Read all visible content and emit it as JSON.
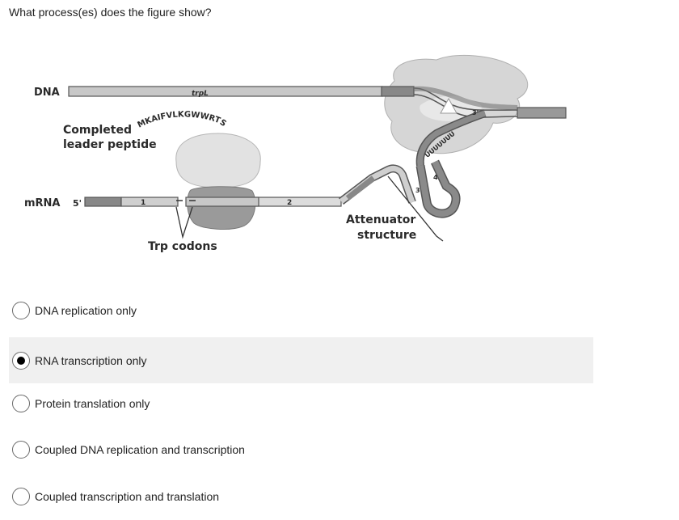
{
  "question": "What process(es) does the figure show?",
  "figure": {
    "dna_label": "DNA",
    "trpl_label": "trpL",
    "completed_line1": "Completed",
    "completed_line2": "leader peptide",
    "peptide_sequence": "MKAIFVLKGWWRTS",
    "mrna_label": "mRNA",
    "five_prime": "5'",
    "region1": "1",
    "region2": "2",
    "region3": "3",
    "region4": "4",
    "trp_codons": "Trp codons",
    "attenuator_line1": "Attenuator",
    "attenuator_line2": "structure",
    "uracils": "UUUUUUU",
    "three_prime": "3'"
  },
  "options": [
    {
      "label": "DNA replication only",
      "selected": false
    },
    {
      "label": "RNA transcription only",
      "selected": true
    },
    {
      "label": "Protein translation only",
      "selected": false
    },
    {
      "label": "Coupled DNA replication and transcription",
      "selected": false
    },
    {
      "label": "Coupled transcription and translation",
      "selected": false
    }
  ]
}
